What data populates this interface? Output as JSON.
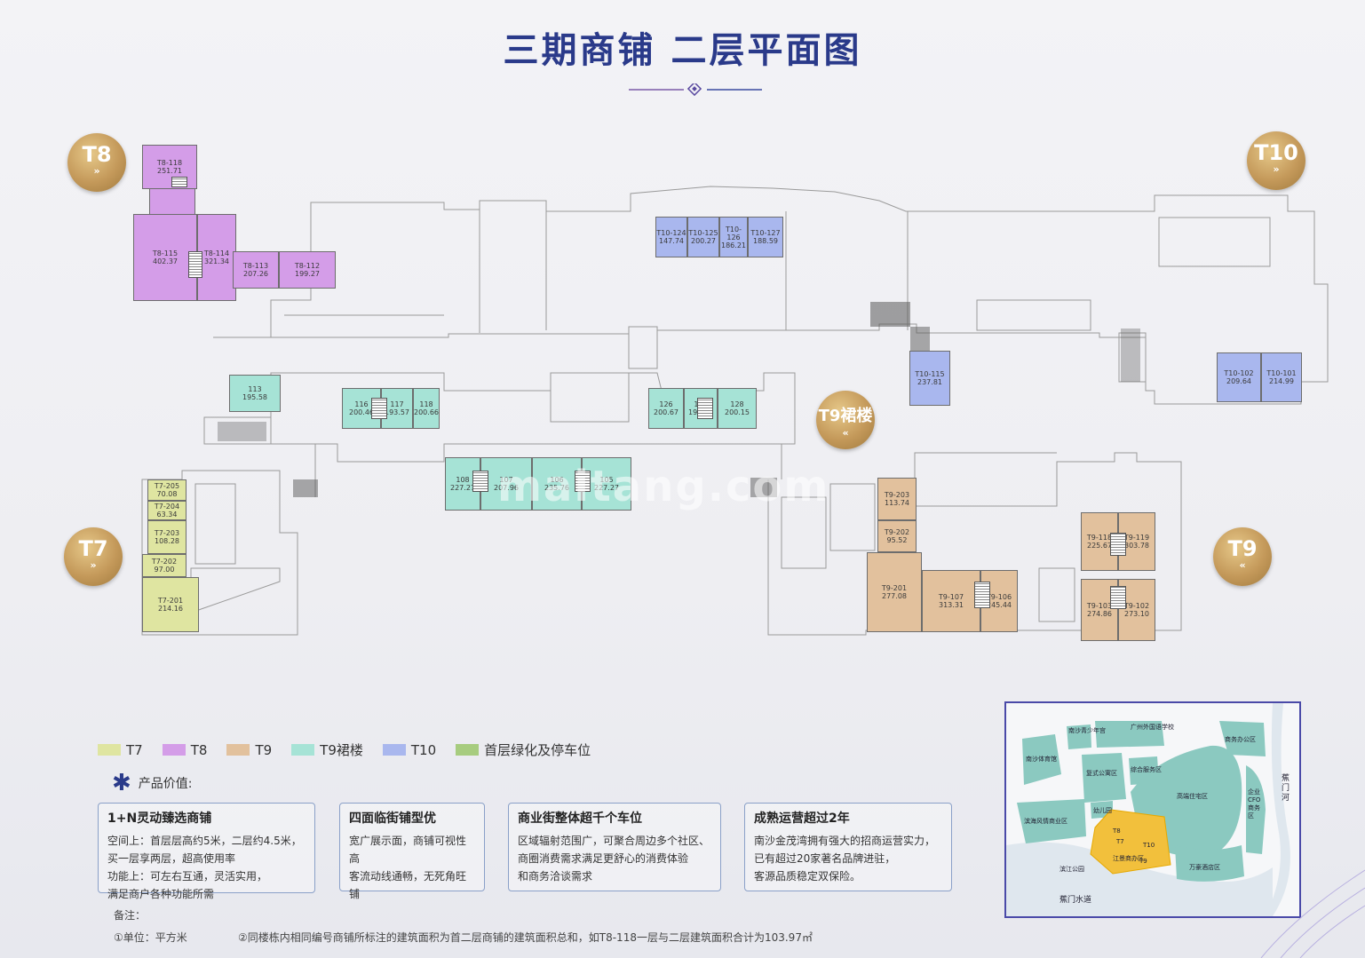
{
  "title": "三期商铺 二层平面图",
  "badges": {
    "t8": {
      "label": "T8",
      "chevron": "»"
    },
    "t10": {
      "label": "T10",
      "chevron": "»"
    },
    "t7": {
      "label": "T7",
      "chevron": "»"
    },
    "t9": {
      "label": "T9",
      "chevron": "«"
    },
    "t9q": {
      "label": "T9裙楼",
      "chevron": "«"
    }
  },
  "units": {
    "t8_118": {
      "code": "T8-118",
      "area": "251.71"
    },
    "t8_115": {
      "code": "T8-115",
      "area": "402.37"
    },
    "t8_114": {
      "code": "T8-114",
      "area": "321.34"
    },
    "t8_113": {
      "code": "T8-113",
      "area": "207.26"
    },
    "t8_112": {
      "code": "T8-112",
      "area": "199.27"
    },
    "t10_124": {
      "code": "T10-124",
      "area": "147.74"
    },
    "t10_125": {
      "code": "T10-125",
      "area": "200.27"
    },
    "t10_126": {
      "code": "T10-126",
      "area": "186.21"
    },
    "t10_127": {
      "code": "T10-127",
      "area": "188.59"
    },
    "t10_115": {
      "code": "T10-115",
      "area": "237.81"
    },
    "t10_102": {
      "code": "T10-102",
      "area": "209.64"
    },
    "t10_101": {
      "code": "T10-101",
      "area": "214.99"
    },
    "q113": {
      "code": "113",
      "area": "195.58"
    },
    "q116": {
      "code": "116",
      "area": "200.46"
    },
    "q117": {
      "code": "117",
      "area": "193.57"
    },
    "q118": {
      "code": "118",
      "area": "200.66"
    },
    "q126": {
      "code": "126",
      "area": "200.67"
    },
    "q127": {
      "code": "127",
      "area": "193.88"
    },
    "q128": {
      "code": "128",
      "area": "200.15"
    },
    "q108": {
      "code": "108",
      "area": "227.27"
    },
    "q107": {
      "code": "107",
      "area": "207.96"
    },
    "q106": {
      "code": "106",
      "area": "235.76"
    },
    "q105": {
      "code": "105",
      "area": "227.27"
    },
    "t7_205": {
      "code": "T7-205",
      "area": "70.08"
    },
    "t7_204": {
      "code": "T7-204",
      "area": "63.34"
    },
    "t7_203": {
      "code": "T7-203",
      "area": "108.28"
    },
    "t7_202": {
      "code": "T7-202",
      "area": "97.00"
    },
    "t7_201": {
      "code": "T7-201",
      "area": "214.16"
    },
    "t9_203": {
      "code": "T9-203",
      "area": "113.74"
    },
    "t9_202": {
      "code": "T9-202",
      "area": "95.52"
    },
    "t9_201": {
      "code": "T9-201",
      "area": "277.08"
    },
    "t9_107": {
      "code": "T9-107",
      "area": "313.31"
    },
    "t9_106": {
      "code": "T9-106",
      "area": "245.44"
    },
    "t9_118": {
      "code": "T9-118",
      "area": "225.67"
    },
    "t9_119": {
      "code": "T9-119",
      "area": "303.78"
    },
    "t9_103": {
      "code": "T9-103",
      "area": "274.86"
    },
    "t9_102": {
      "code": "T9-102",
      "area": "273.10"
    }
  },
  "legend": [
    {
      "label": "T7",
      "color": "#dfe5a1"
    },
    {
      "label": "T8",
      "color": "#d49de8"
    },
    {
      "label": "T9",
      "color": "#e2c19d"
    },
    {
      "label": "T9裙楼",
      "color": "#a6e3d6"
    },
    {
      "label": "T10",
      "color": "#a9b7ee"
    },
    {
      "label": "首层绿化及停车位",
      "color": "#a7cc7f"
    }
  ],
  "product_value_heading": "产品价值:",
  "cards": [
    {
      "title": "1+N灵动臻选商铺",
      "lines": [
        "空间上：首层层高约5米，二层约4.5米，",
        "买一层享两层，超高使用率",
        "功能上：可左右互通，灵活实用，",
        "满足商户各种功能所需"
      ]
    },
    {
      "title": "四面临街铺型优",
      "lines": [
        "宽广展示面，商铺可视性高",
        "客流动线通畅，无死角旺铺"
      ]
    },
    {
      "title": "商业街整体超千个车位",
      "lines": [
        "区域辐射范围广，可聚合周边多个社区、",
        "商圈消费需求满足更舒心的消费体验",
        "和商务洽谈需求"
      ]
    },
    {
      "title": "成熟运营超过2年",
      "lines": [
        "南沙金茂湾拥有强大的招商运营实力，",
        "已有超过20家著名品牌进驻，",
        "客源品质稳定双保险。"
      ]
    }
  ],
  "notes": {
    "heading": "备注：",
    "n1": "①单位：平方米",
    "n2": "②同楼栋内相同编号商铺所标注的建筑面积为首二层商铺的建筑面积总和，如T8-118一层与二层建筑面积合计为103.97㎡"
  },
  "map": {
    "labels": [
      "南沙青少年宫",
      "广州外国语学校",
      "南沙体育馆",
      "复式公寓区",
      "综合服务区",
      "高端住宅区",
      "商务办公区",
      "企业CFO商务区",
      "幼儿园",
      "滨海风情商业区",
      "T8",
      "T7",
      "T10",
      "江景商办区",
      "T9",
      "万豪酒店区",
      "滨江公园",
      "蕉门水道",
      "蕉门河"
    ]
  },
  "watermark": "maitang.com"
}
